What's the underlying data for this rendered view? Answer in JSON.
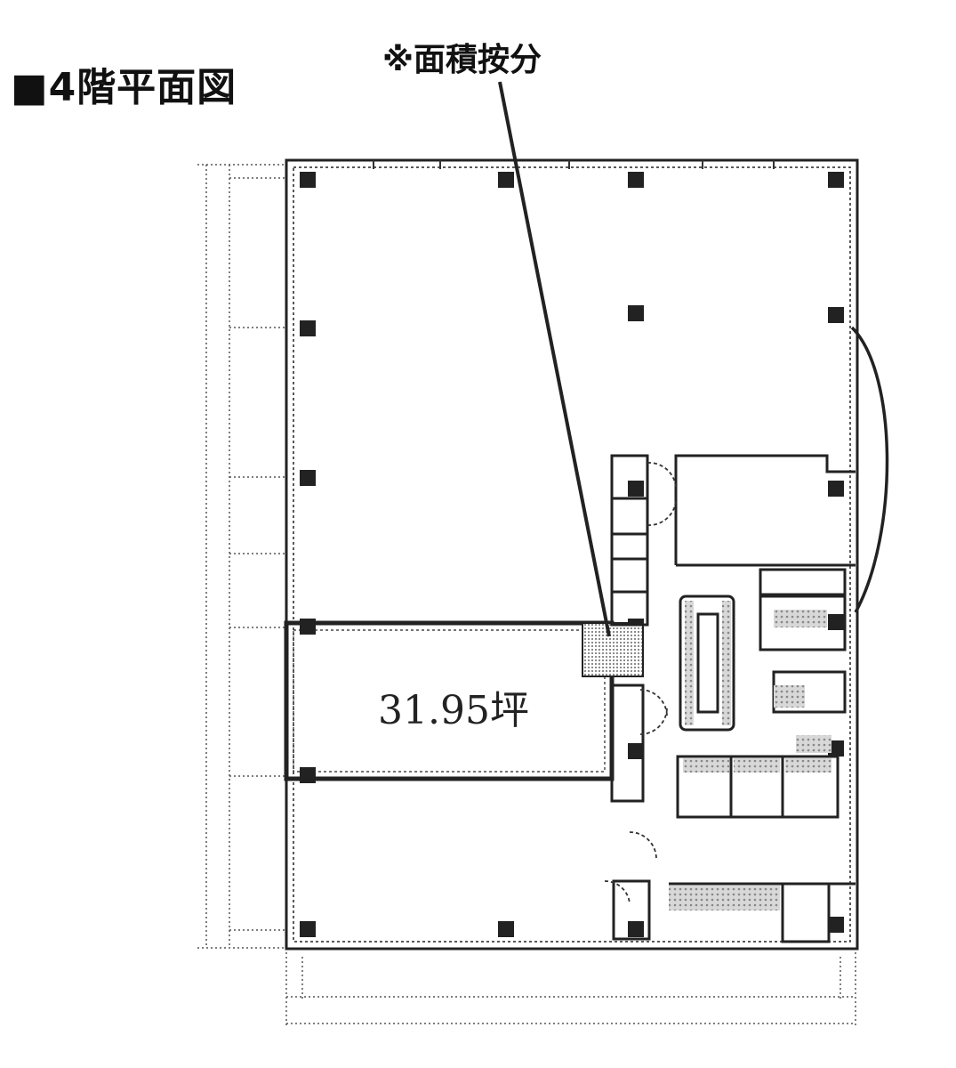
{
  "title": "■4階平面図",
  "note": "※面積按分",
  "area_label": "31.95坪",
  "colors": {
    "line": "#222222",
    "dotted": "#555555",
    "hatch": "#9a9a9a"
  }
}
